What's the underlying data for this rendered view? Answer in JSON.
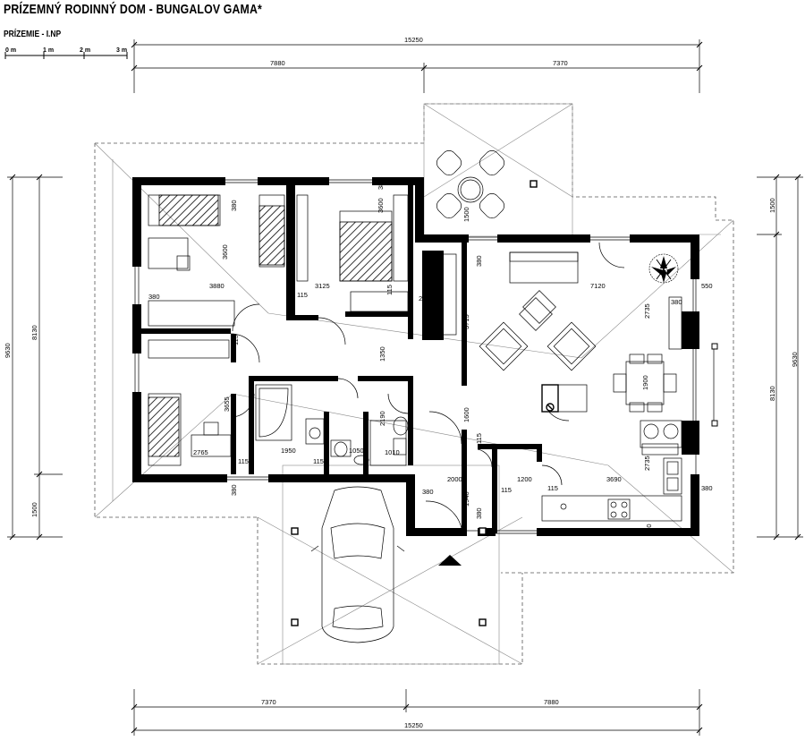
{
  "title": "PRÍZEMNÝ RODINNÝ DOM - BUNGALOV GAMA*",
  "subtitle": "PRÍZEMIE - I.NP",
  "scale_labels": [
    "0 m",
    "1 m",
    "2 m",
    "3 m"
  ],
  "dims_top": {
    "total": "15250",
    "left": "7880",
    "right": "7370"
  },
  "dims_bottom": {
    "total": "15250",
    "left": "7370",
    "right": "7880"
  },
  "dims_left": {
    "total": "9630",
    "main": "8130",
    "bottom": "1500"
  },
  "dims_right": {
    "top": "1500",
    "total": "9630",
    "main": "8130"
  },
  "interior_dims": {
    "d3600a": "3600",
    "d380a": "380",
    "d3600b": "3600",
    "d380b": "380",
    "d380c": "380",
    "d3880": "3880",
    "d3125": "3125",
    "d115a": "115",
    "d115b": "115",
    "d250": "250",
    "d3715": "3715",
    "d7120": "7120",
    "d550": "550",
    "d380d": "380",
    "d1500": "1500",
    "d380e": "380",
    "d2735a": "2735",
    "d1350": "1350",
    "d115c": "115",
    "d3655": "3655",
    "d2190": "2190",
    "d1900": "1900",
    "d1600": "1600",
    "d115d": "115",
    "d2765": "2765",
    "d1950": "1950",
    "d115e": "115",
    "d1050": "1050",
    "d115f": "115",
    "d1010": "1010",
    "d2000": "2000",
    "d1200": "1200",
    "d115g": "115",
    "d3690": "3690",
    "d2735b": "2735",
    "d380f": "380",
    "d380g": "380",
    "d115h": "115",
    "d380h": "380",
    "d1940": "1940",
    "d380i": "380",
    "d380j": "380"
  },
  "icons": {
    "entrance": "entrance-arrow-icon",
    "car": "car-icon",
    "plant": "plant-icon"
  }
}
